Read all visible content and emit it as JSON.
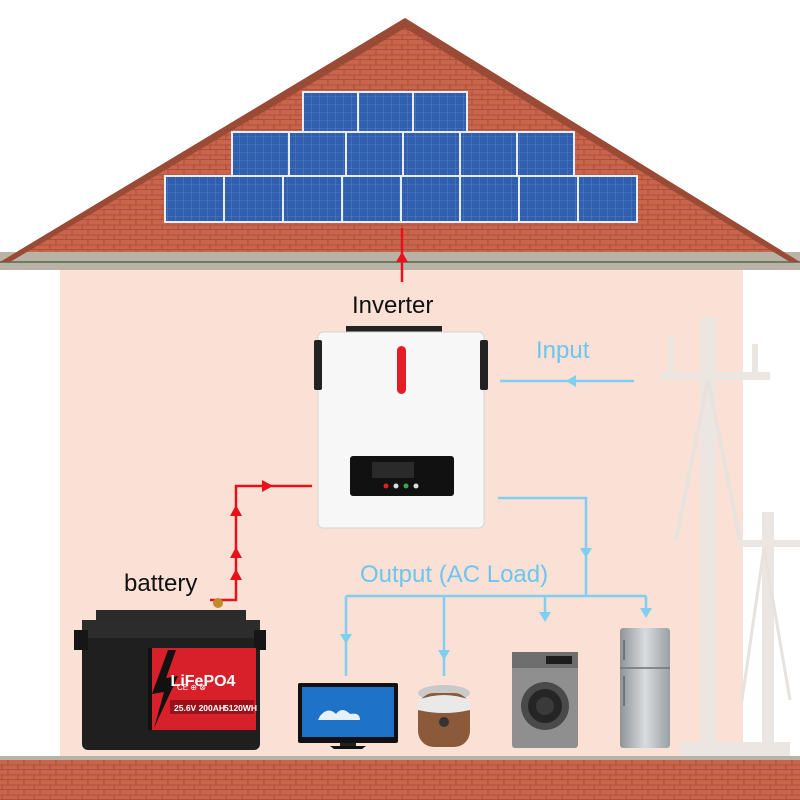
{
  "labels": {
    "inverter": "Inverter",
    "input": "Input",
    "battery": "battery",
    "output": "Output (AC Load)"
  },
  "battery_panel": {
    "chemistry": "LiFePO4",
    "marks": "CE ⊕ ⊗",
    "spec": "25.6V 200AH",
    "energy": "5120WH"
  },
  "colors": {
    "roof": "#c8624a",
    "wall": "#fbe0d6",
    "solar_panel": "#2e5aa8",
    "dc_line": "#e8101a",
    "ac_line": "#7ecff0",
    "input_text": "#6cc6ee",
    "inverter_body": "#f7f7f7",
    "battery_red": "#d8202a"
  },
  "icons": [
    "solar-panel-icon",
    "inverter-icon",
    "utility-pole-icon",
    "battery-icon",
    "tv-icon",
    "rice-cooker-icon",
    "washing-machine-icon",
    "refrigerator-icon"
  ]
}
